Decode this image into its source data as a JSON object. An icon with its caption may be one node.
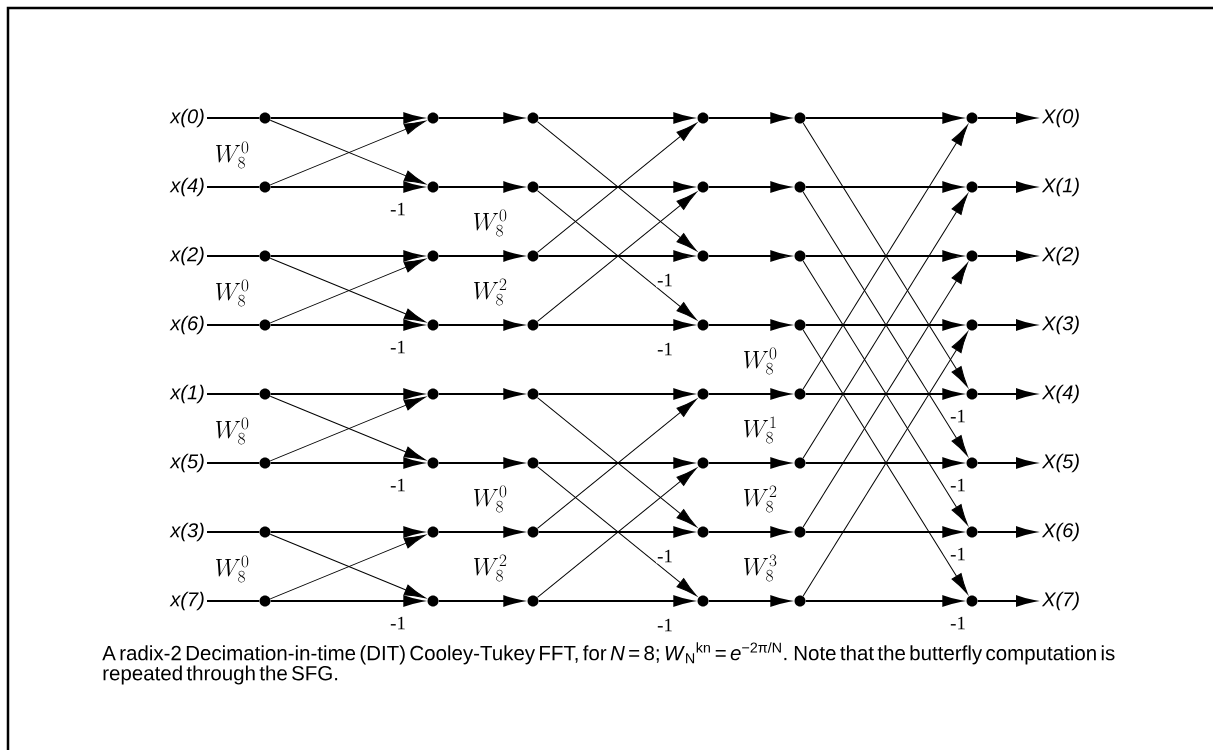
{
  "diagram": {
    "caption": "A radix-2 Decimation-in-time (DIT) Cooley-Tukey FFT, for *N* = 8; *W*$_{N}$$^{kn}$ = *e*$^{−2π/N}$. Note that the butterfly computation is repeated through the SFG.",
    "nodes": [
      {
        "text": [
          "x(0)"
        ]
      },
      {
        "text": [
          "x(4)"
        ]
      },
      {
        "text": [
          "x(2)"
        ]
      },
      {
        "text": [
          "x(6)"
        ]
      },
      {
        "text": [
          "x(1)"
        ]
      },
      {
        "text": [
          "x(5)"
        ]
      },
      {
        "text": [
          "x(3)"
        ]
      },
      {
        "text": [
          "x(7)"
        ]
      },
      {
        "text": [],
        "shape": "circle"
      },
      {
        "text": [],
        "shape": "circle"
      },
      {
        "text": [],
        "shape": "circle"
      },
      {
        "text": [],
        "shape": "circle"
      },
      {
        "text": [],
        "shape": "circle"
      },
      {
        "text": [],
        "shape": "circle"
      },
      {
        "text": [],
        "shape": "circle"
      },
      {
        "text": [],
        "shape": "circle"
      },
      {
        "text": [],
        "shape": "circle"
      },
      {
        "text": [],
        "shape": "circle"
      },
      {
        "text": [],
        "shape": "circle"
      },
      {
        "text": [],
        "shape": "circle"
      },
      {
        "text": [],
        "shape": "circle"
      },
      {
        "text": [],
        "shape": "circle"
      },
      {
        "text": [],
        "shape": "circle"
      },
      {
        "text": [],
        "shape": "circle"
      },
      {
        "text": [],
        "shape": "circle"
      },
      {
        "text": [],
        "shape": "circle"
      },
      {
        "text": [],
        "shape": "circle"
      },
      {
        "text": [],
        "shape": "circle"
      },
      {
        "text": [],
        "shape": "circle"
      },
      {
        "text": [],
        "shape": "circle"
      },
      {
        "text": [],
        "shape": "circle"
      },
      {
        "text": [],
        "shape": "circle"
      },
      {
        "text": [],
        "shape": "circle"
      },
      {
        "text": [],
        "shape": "circle"
      },
      {
        "text": [],
        "shape": "circle"
      },
      {
        "text": [],
        "shape": "circle"
      },
      {
        "text": [],
        "shape": "circle"
      },
      {
        "text": [],
        "shape": "circle"
      },
      {
        "text": [],
        "shape": "circle"
      },
      {
        "text": [],
        "shape": "circle"
      },
      {
        "text": [],
        "shape": "circle"
      },
      {
        "text": [],
        "shape": "circle"
      },
      {
        "text": [],
        "shape": "circle"
      },
      {
        "text": [],
        "shape": "circle"
      },
      {
        "text": [],
        "shape": "circle"
      },
      {
        "text": [],
        "shape": "circle"
      },
      {
        "text": [],
        "shape": "circle"
      },
      {
        "text": [],
        "shape": "circle"
      },
      {
        "text": [],
        "shape": "circle"
      },
      {
        "text": [],
        "shape": "circle"
      },
      {
        "text": [],
        "shape": "circle"
      },
      {
        "text": [],
        "shape": "circle"
      },
      {
        "text": [],
        "shape": "circle"
      },
      {
        "text": [],
        "shape": "circle"
      },
      {
        "text": [],
        "shape": "circle"
      },
      {
        "text": [],
        "shape": "circle"
      },
      {
        "text": [
          "X(0)"
        ]
      },
      {
        "text": [
          "X(1)"
        ]
      },
      {
        "text": [
          "X(2)"
        ]
      },
      {
        "text": [
          "X(3)"
        ]
      },
      {
        "text": [
          "X(4)"
        ]
      },
      {
        "text": [
          "X(5)"
        ]
      },
      {
        "text": [
          "X(6)"
        ]
      },
      {
        "text": [
          "X(7)"
        ]
      }
    ],
    "edges": [
      {
        "from": 0,
        "to": 8,
        "arrow": "none"
      },
      {
        "from": 1,
        "to": 9,
        "arrow": "none",
        "label": "W_8^0"
      },
      {
        "from": 2,
        "to": 10,
        "arrow": "none"
      },
      {
        "from": 3,
        "to": 11,
        "arrow": "none",
        "label": "W_8^0"
      },
      {
        "from": 4,
        "to": 12,
        "arrow": "none"
      },
      {
        "from": 5,
        "to": 13,
        "arrow": "none",
        "label": "W_8^0"
      },
      {
        "from": 6,
        "to": 14,
        "arrow": "none"
      },
      {
        "from": 7,
        "to": 15,
        "arrow": "none",
        "label": "W_8^0"
      },
      {
        "from": 8,
        "to": 16,
        "arrow": "to"
      },
      {
        "from": 9,
        "to": 17,
        "arrow": "to",
        "label": "-1"
      },
      {
        "from": 10,
        "to": 18,
        "arrow": "to"
      },
      {
        "from": 11,
        "to": 19,
        "arrow": "to",
        "label": "-1"
      },
      {
        "from": 12,
        "to": 20,
        "arrow": "to"
      },
      {
        "from": 13,
        "to": 21,
        "arrow": "to",
        "label": "-1"
      },
      {
        "from": 14,
        "to": 22,
        "arrow": "to"
      },
      {
        "from": 15,
        "to": 23,
        "arrow": "to",
        "label": "-1"
      },
      {
        "from": 8,
        "to": 17,
        "arrow": "to"
      },
      {
        "from": 9,
        "to": 16,
        "arrow": "to"
      },
      {
        "from": 10,
        "to": 19,
        "arrow": "to"
      },
      {
        "from": 11,
        "to": 18,
        "arrow": "to"
      },
      {
        "from": 12,
        "to": 21,
        "arrow": "to"
      },
      {
        "from": 13,
        "to": 20,
        "arrow": "to"
      },
      {
        "from": 14,
        "to": 23,
        "arrow": "to"
      },
      {
        "from": 15,
        "to": 22,
        "arrow": "to"
      },
      {
        "from": 16,
        "to": 24,
        "arrow": "to"
      },
      {
        "from": 17,
        "to": 25,
        "arrow": "to"
      },
      {
        "from": 18,
        "to": 26,
        "arrow": "to",
        "label": "W_8^0"
      },
      {
        "from": 19,
        "to": 27,
        "arrow": "to",
        "label": "W_8^2"
      },
      {
        "from": 20,
        "to": 28,
        "arrow": "to"
      },
      {
        "from": 21,
        "to": 29,
        "arrow": "to"
      },
      {
        "from": 22,
        "to": 30,
        "arrow": "to",
        "label": "W_8^0"
      },
      {
        "from": 23,
        "to": 31,
        "arrow": "to",
        "label": "W_8^2"
      },
      {
        "from": 24,
        "to": 32,
        "arrow": "to"
      },
      {
        "from": 25,
        "to": 33,
        "arrow": "to"
      },
      {
        "from": 26,
        "to": 34,
        "arrow": "to",
        "label": "-1"
      },
      {
        "from": 27,
        "to": 35,
        "arrow": "to",
        "label": "-1"
      },
      {
        "from": 28,
        "to": 36,
        "arrow": "to"
      },
      {
        "from": 29,
        "to": 37,
        "arrow": "to"
      },
      {
        "from": 30,
        "to": 38,
        "arrow": "to",
        "label": "-1"
      },
      {
        "from": 31,
        "to": 39,
        "arrow": "to",
        "label": "-1"
      },
      {
        "from": 24,
        "to": 34,
        "arrow": "to"
      },
      {
        "from": 25,
        "to": 35,
        "arrow": "to"
      },
      {
        "from": 26,
        "to": 32,
        "arrow": "to"
      },
      {
        "from": 27,
        "to": 33,
        "arrow": "to"
      },
      {
        "from": 28,
        "to": 38,
        "arrow": "to"
      },
      {
        "from": 29,
        "to": 39,
        "arrow": "to"
      },
      {
        "from": 30,
        "to": 36,
        "arrow": "to"
      },
      {
        "from": 31,
        "to": 37,
        "arrow": "to"
      },
      {
        "from": 32,
        "to": 40,
        "arrow": "to"
      },
      {
        "from": 33,
        "to": 41,
        "arrow": "to"
      },
      {
        "from": 34,
        "to": 42,
        "arrow": "to"
      },
      {
        "from": 35,
        "to": 43,
        "arrow": "to"
      },
      {
        "from": 36,
        "to": 44,
        "arrow": "to",
        "label": "W_8^0"
      },
      {
        "from": 37,
        "to": 45,
        "arrow": "to",
        "label": "W_8^1"
      },
      {
        "from": 38,
        "to": 46,
        "arrow": "to",
        "label": "W_8^2"
      },
      {
        "from": 39,
        "to": 47,
        "arrow": "to",
        "label": "W_8^3"
      },
      {
        "from": 40,
        "to": 48,
        "arrow": "to"
      },
      {
        "from": 41,
        "to": 49,
        "arrow": "to"
      },
      {
        "from": 42,
        "to": 50,
        "arrow": "to"
      },
      {
        "from": 43,
        "to": 51,
        "arrow": "to"
      },
      {
        "from": 44,
        "to": 52,
        "arrow": "to",
        "label": "-1"
      },
      {
        "from": 45,
        "to": 53,
        "arrow": "to",
        "label": "-1"
      },
      {
        "from": 46,
        "to": 54,
        "arrow": "to",
        "label": "-1"
      },
      {
        "from": 47,
        "to": 55,
        "arrow": "to",
        "label": "-1"
      },
      {
        "from": 40,
        "to": 52,
        "arrow": "to"
      },
      {
        "from": 41,
        "to": 53,
        "arrow": "to"
      },
      {
        "from": 42,
        "to": 54,
        "arrow": "to"
      },
      {
        "from": 43,
        "to": 55,
        "arrow": "to"
      },
      {
        "from": 44,
        "to": 48,
        "arrow": "to"
      },
      {
        "from": 45,
        "to": 49,
        "arrow": "to"
      },
      {
        "from": 46,
        "to": 50,
        "arrow": "to"
      },
      {
        "from": 47,
        "to": 51,
        "arrow": "to"
      },
      {
        "from": 48,
        "to": 56,
        "arrow": "to"
      },
      {
        "from": 49,
        "to": 57,
        "arrow": "to"
      },
      {
        "from": 50,
        "to": 58,
        "arrow": "to"
      },
      {
        "from": 51,
        "to": 59,
        "arrow": "to"
      },
      {
        "from": 52,
        "to": 60,
        "arrow": "to"
      },
      {
        "from": 53,
        "to": 61,
        "arrow": "to"
      },
      {
        "from": 54,
        "to": 62,
        "arrow": "to"
      },
      {
        "from": 55,
        "to": 63,
        "arrow": "to"
      }
    ]
  }
}
